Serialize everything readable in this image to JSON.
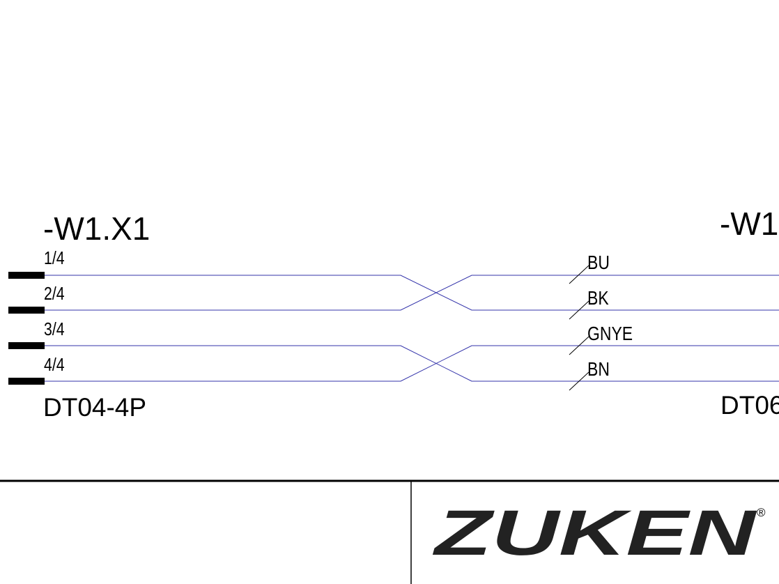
{
  "left_connector": {
    "name": "-W1.X1",
    "type": "DT04-4P",
    "pins": [
      "1/4",
      "2/4",
      "3/4",
      "4/4"
    ]
  },
  "right_connector": {
    "name": "-W1",
    "type": "DT06"
  },
  "wires": [
    {
      "code": "BU"
    },
    {
      "code": "BK"
    },
    {
      "code": "GNYE"
    },
    {
      "code": "BN"
    }
  ],
  "wire_color": "#3333aa",
  "title_block": {
    "logo_text": "ZUKEN",
    "registered_mark": "®"
  }
}
